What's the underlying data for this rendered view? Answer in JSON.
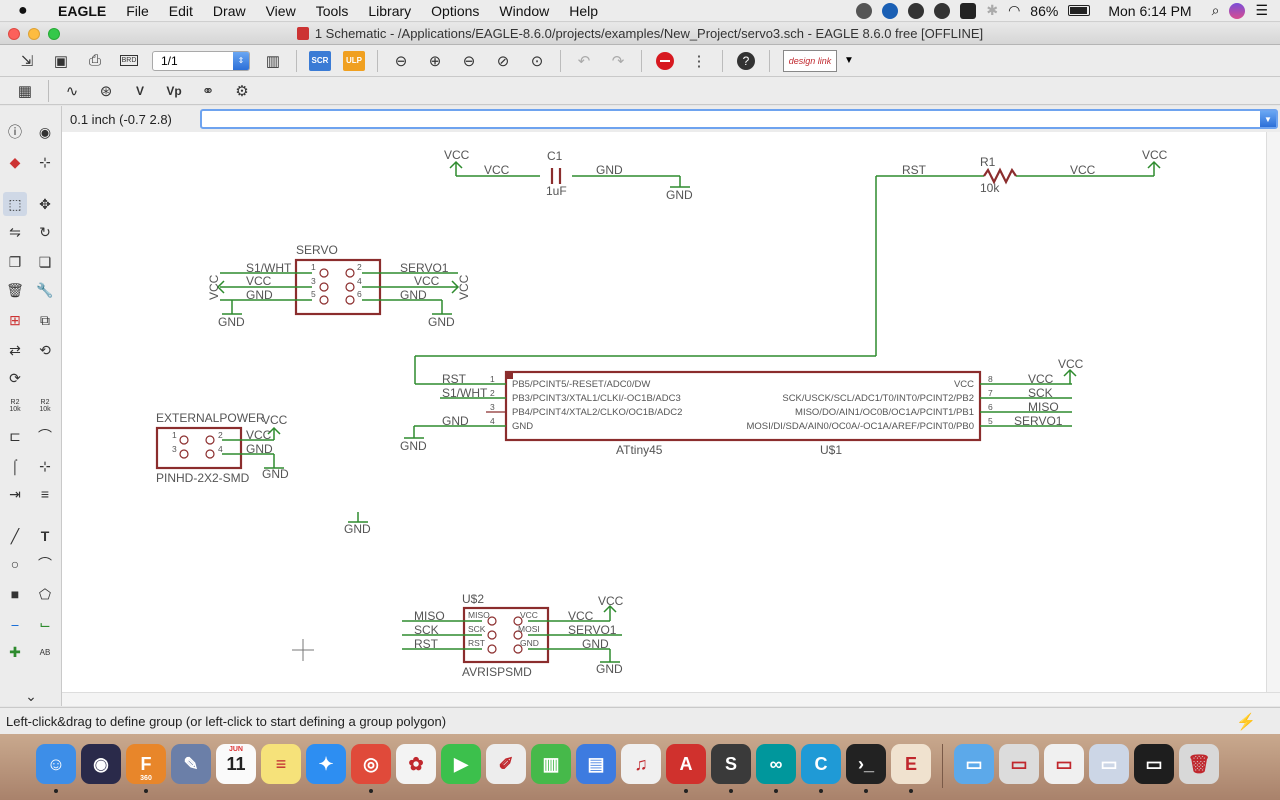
{
  "menubar": {
    "apple": "",
    "items": [
      "EAGLE",
      "File",
      "Edit",
      "Draw",
      "View",
      "Tools",
      "Library",
      "Options",
      "Window",
      "Help"
    ],
    "battery": "86%",
    "clock": "Mon 6:14 PM"
  },
  "window": {
    "title": "1 Schematic - /Applications/EAGLE-8.6.0/projects/examples/New_Project/servo3.sch - EAGLE 8.6.0 free [OFFLINE]"
  },
  "toolbar": {
    "sheet_value": "1/1",
    "scr_label": "SCR",
    "ulp_label": "ULP",
    "brd_label": "BRD",
    "designlink_label": "design link",
    "help_icon": "?"
  },
  "toolbar2": {
    "v_label": "V",
    "vp_label": "Vp"
  },
  "cmdline": {
    "coordinate": "0.1 inch (-0.7 2.8)",
    "input_value": ""
  },
  "toolbox": {
    "text_tool_label": "T",
    "r2_label": "R2",
    "k10_label": "10k",
    "ab_label": "AB"
  },
  "schematic": {
    "colors": {
      "net": "#2e8b2e",
      "part": "#8b2d2d",
      "text": "#555555"
    },
    "c1": {
      "name": "C1",
      "value": "1uF",
      "vcc": "VCC",
      "vcc_net": "VCC",
      "gnd_net": "GND",
      "gnd": "GND"
    },
    "r1": {
      "name": "R1",
      "value": "10k",
      "rst_net": "RST",
      "vcc_net": "VCC",
      "vcc": "VCC"
    },
    "servo": {
      "name": "SERVO",
      "pins": [
        "1",
        "2",
        "3",
        "4",
        "5",
        "6"
      ],
      "left_nets": [
        "S1/WHT",
        "VCC",
        "GND"
      ],
      "right_nets": [
        "SERVO1",
        "VCC",
        "GND"
      ],
      "vcc_left": "VCC",
      "vcc_right": "VCC",
      "gnd_left": "GND",
      "gnd_right": "GND"
    },
    "ext": {
      "name": "EXTERNALPOWER",
      "value": "PINHD-2X2-SMD",
      "pins": [
        "1",
        "2",
        "3",
        "4"
      ],
      "nets": [
        "VCC",
        "GND"
      ],
      "vcc": "VCC",
      "gnd": "GND"
    },
    "attiny": {
      "name": "U$1",
      "value": "ATtiny45",
      "left_pins": [
        "PB5/PCINT5/-RESET/ADC0/DW",
        "PB3/PCINT3/XTAL1/CLKI/-OC1B/ADC3",
        "PB4/PCINT4/XTAL2/CLKO/OC1B/ADC2",
        "GND"
      ],
      "right_pins": [
        "VCC",
        "SCK/USCK/SCL/ADC1/T0/INT0/PCINT2/PB2",
        "MISO/DO/AIN1/OC0B/OC1A/PCINT1/PB1",
        "MOSI/DI/SDA/AIN0/OC0A/-OC1A/AREF/PCINT0/PB0"
      ],
      "left_nums": [
        "1",
        "2",
        "3",
        "4"
      ],
      "right_nums": [
        "8",
        "7",
        "6",
        "5"
      ],
      "left_nets": [
        "RST",
        "S1/WHT",
        "",
        "GND"
      ],
      "right_nets": [
        "VCC",
        "SCK",
        "MISO",
        "SERVO1"
      ],
      "gnd": "GND",
      "vcc": "VCC"
    },
    "gnd_floating": "GND",
    "avr": {
      "name": "U$2",
      "value": "AVRISPSMD",
      "left_labels": [
        "MISO",
        "SCK",
        "RST"
      ],
      "right_labels": [
        "VCC",
        "MOSI",
        "GND"
      ],
      "left_nets": [
        "MISO",
        "SCK",
        "RST"
      ],
      "right_nets": [
        "VCC",
        "SERVO1",
        "GND"
      ],
      "vcc": "VCC",
      "gnd": "GND"
    }
  },
  "statusbar": {
    "message": "Left-click&drag to define group (or left-click to start defining a group polygon)"
  },
  "dock": {
    "apps": [
      {
        "name": "finder",
        "color": "#3d8ee8",
        "glyph": "☺"
      },
      {
        "name": "siri",
        "color": "#2a2a4a",
        "glyph": "◉"
      },
      {
        "name": "fusion360",
        "color": "#e8862a",
        "glyph": "F"
      },
      {
        "name": "preview",
        "color": "#6b7fa8",
        "glyph": "✎"
      },
      {
        "name": "calendar",
        "color": "#fafafa",
        "glyph": "11"
      },
      {
        "name": "notes",
        "color": "#f6e27a",
        "glyph": "≡"
      },
      {
        "name": "safari",
        "color": "#2d8ef2",
        "glyph": "✦"
      },
      {
        "name": "chrome",
        "color": "#e04a3a",
        "glyph": "◎"
      },
      {
        "name": "photos",
        "color": "#f3f3f3",
        "glyph": "✿"
      },
      {
        "name": "facetime",
        "color": "#3cc04c",
        "glyph": "▶"
      },
      {
        "name": "textedit",
        "color": "#ededed",
        "glyph": "✐"
      },
      {
        "name": "numbers",
        "color": "#46b94a",
        "glyph": "▥"
      },
      {
        "name": "keynote",
        "color": "#3d7be0",
        "glyph": "▤"
      },
      {
        "name": "itunes",
        "color": "#f0f0f0",
        "glyph": "♫"
      },
      {
        "name": "autodesk",
        "color": "#d0312d",
        "glyph": "A"
      },
      {
        "name": "sublime",
        "color": "#3a3a3a",
        "glyph": "S"
      },
      {
        "name": "arduino",
        "color": "#00979c",
        "glyph": "∞"
      },
      {
        "name": "cura",
        "color": "#1f9ad6",
        "glyph": "C"
      },
      {
        "name": "terminal",
        "color": "#222",
        "glyph": "›_"
      },
      {
        "name": "eagle",
        "color": "#f0e2cf",
        "glyph": "E"
      },
      {
        "name": "folder",
        "color": "#5ca9ea",
        "glyph": "▭"
      },
      {
        "name": "window1",
        "color": "#dcdcdc",
        "glyph": "▭"
      },
      {
        "name": "window2",
        "color": "#f0f0f0",
        "glyph": "▭"
      },
      {
        "name": "window3",
        "color": "#ccd6e6",
        "glyph": "▭"
      },
      {
        "name": "window4",
        "color": "#1e1e1e",
        "glyph": "▭"
      },
      {
        "name": "trash",
        "color": "#d8d8d8",
        "glyph": "🗑"
      }
    ],
    "calendar_month": "JUN",
    "fusion_sub": "360"
  }
}
